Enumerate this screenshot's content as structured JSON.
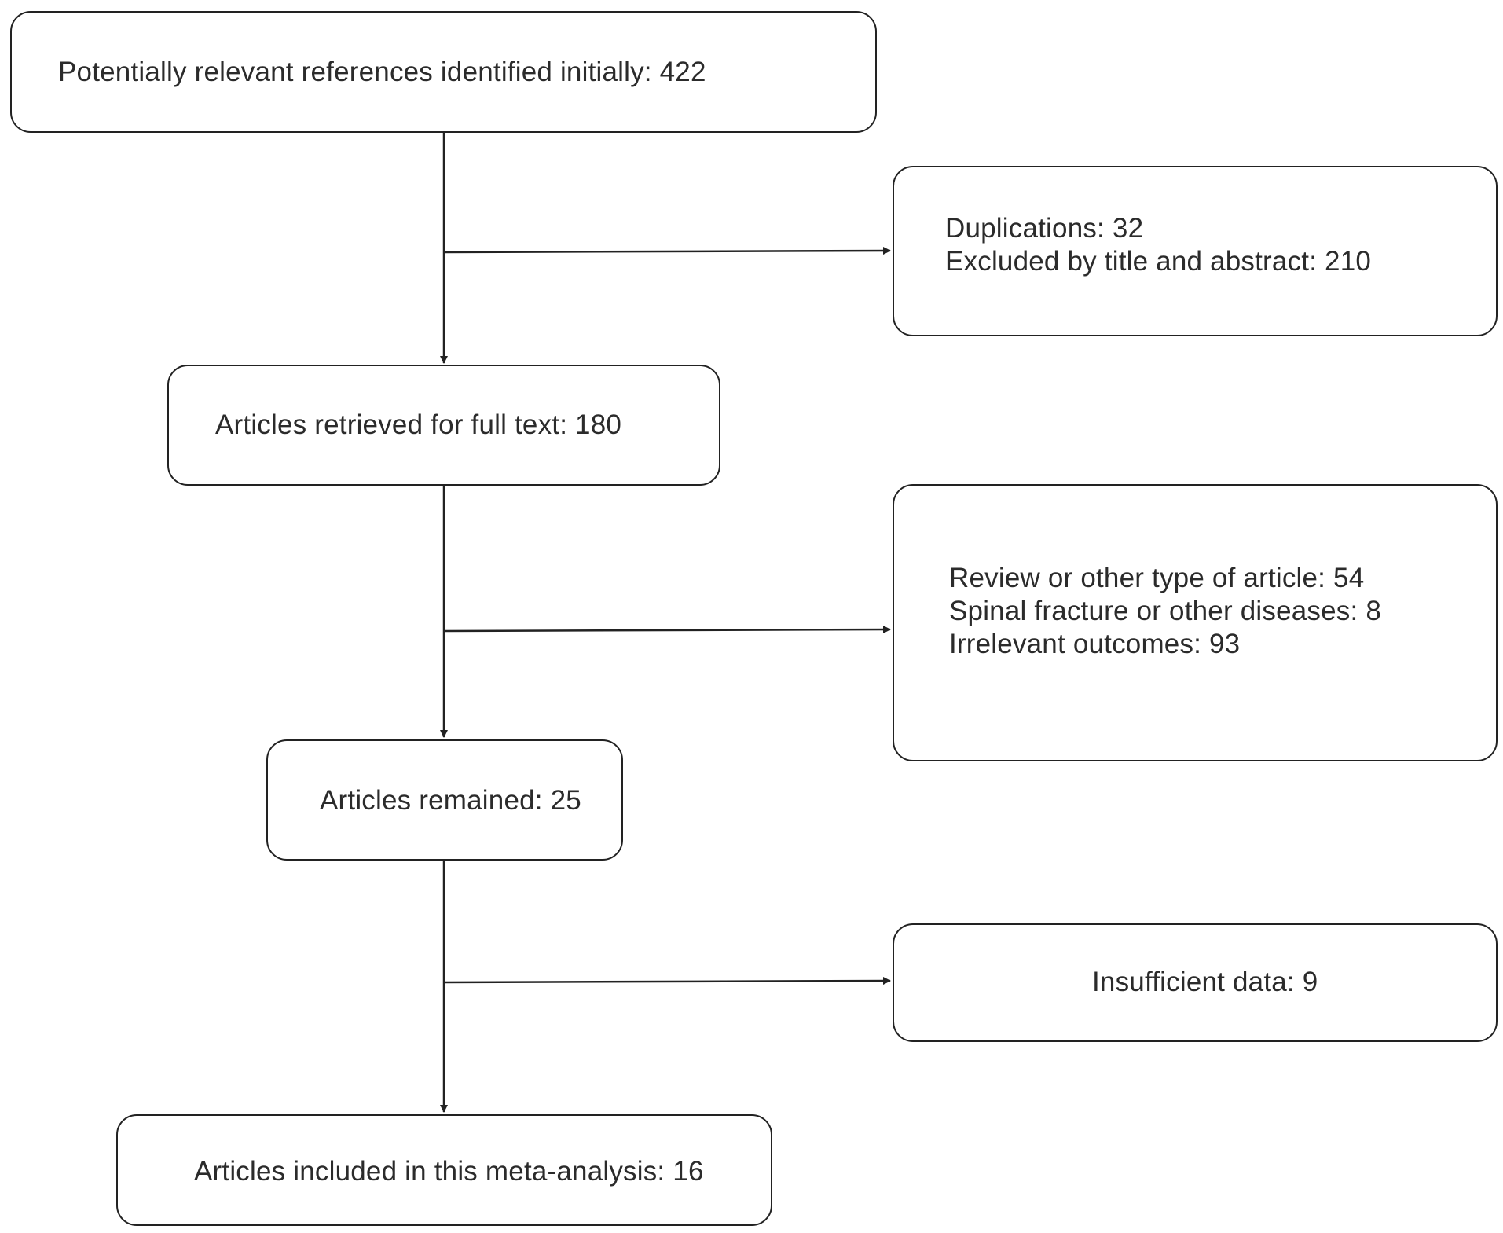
{
  "flowchart": {
    "identified": "Potentially relevant references identified initially: 422",
    "excluded_1": [
      "Duplications: 32",
      "Excluded by title and abstract: 210"
    ],
    "full_text": "Articles retrieved for full text: 180",
    "excluded_2": [
      "Review or other type of article: 54",
      "Spinal fracture or other diseases: 8",
      "Irrelevant outcomes: 93"
    ],
    "remained": "Articles remained: 25",
    "excluded_3": "Insufficient data: 9",
    "included": "Articles included in this meta-analysis: 16"
  }
}
